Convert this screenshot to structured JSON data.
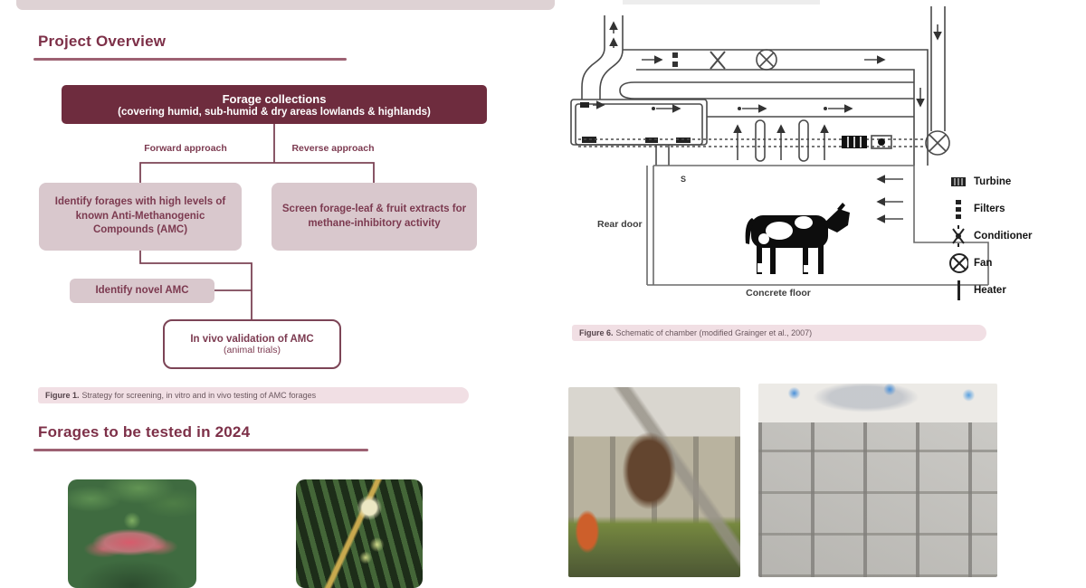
{
  "colors": {
    "maroon_dark": "#6e2c3e",
    "heading_maroon": "#7d3048",
    "flow_box_fill": "#d9c8cd",
    "caption_bar": "#f1dfe4",
    "top_bar": "#ded2d4",
    "schematic_line": "#4a4a4a"
  },
  "left": {
    "section_overview_title": "Project Overview",
    "flowchart": {
      "root_title": "Forage collections",
      "root_subtitle": "(covering humid, sub-humid & dry areas lowlands & highlands)",
      "branch_left_label": "Forward approach",
      "branch_right_label": "Reverse approach",
      "box_forward": "Identify forages with high levels of known Anti-Methanogenic Compounds (AMC)",
      "box_reverse": "Screen forage-leaf & fruit extracts for methane-inhibitory activity",
      "box_novel": "Identify novel AMC",
      "box_validation_title": "In vivo validation of AMC",
      "box_validation_sub": "(animal trials)"
    },
    "figure1_label": "Figure 1.",
    "figure1_text": "Strategy for screening, in vitro and in vivo testing of AMC forages",
    "section_forages_title": "Forages to be tested in 2024",
    "photos": [
      {
        "name": "forage-shrub-red-flowers"
      },
      {
        "name": "forage-legume-cream-flower"
      }
    ]
  },
  "right": {
    "schematic": {
      "label_s": "S",
      "label_rear_door": "Rear door",
      "label_concrete_floor": "Concrete floor",
      "legend": [
        {
          "icon": "turbine-icon",
          "label": "Turbine"
        },
        {
          "icon": "filters-icon",
          "label": "Filters"
        },
        {
          "icon": "conditioner-icon",
          "label": "Conditioner"
        },
        {
          "icon": "fan-icon",
          "label": "Fan"
        },
        {
          "icon": "heater-icon",
          "label": "Heater"
        }
      ]
    },
    "figure6_label": "Figure 6.",
    "figure6_text": "Schematic of chamber (modified Grainger et al., 2007)",
    "photos": [
      {
        "name": "cow-in-respiration-chamber-photo"
      },
      {
        "name": "metal-chamber-pens-photo"
      }
    ]
  }
}
